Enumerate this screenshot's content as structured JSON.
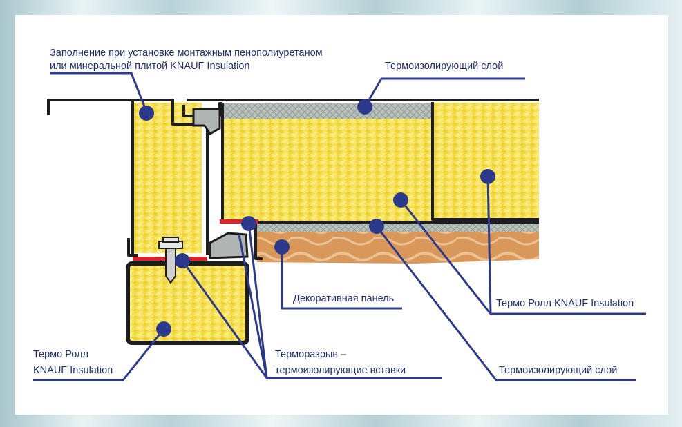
{
  "labels": {
    "fill_line1": "Заполнение при установке монтажным пенополиуретаном",
    "fill_line2": "или минеральной плитой KNAUF Insulation",
    "thermo_layer_top": "Термоизолирующий слой",
    "decor_panel": "Декоративная панель",
    "thermo_roll_right": "Термо Ролл KNAUF Insulation",
    "thermo_roll_left_line1": "Термо Ролл",
    "thermo_roll_left_line2": "KNAUF Insulation",
    "thermobreak_line1": "Терморазрыв –",
    "thermobreak_line2": "термоизолирующие вставки",
    "thermo_layer_bottom": "Термоизолирующий слой"
  },
  "colors": {
    "callout": "#2c3a8c",
    "insulation": "#f7e25a",
    "profile": "#1d1d1d",
    "seal": "#d8232a",
    "decor_panel": "#d99a5e"
  }
}
